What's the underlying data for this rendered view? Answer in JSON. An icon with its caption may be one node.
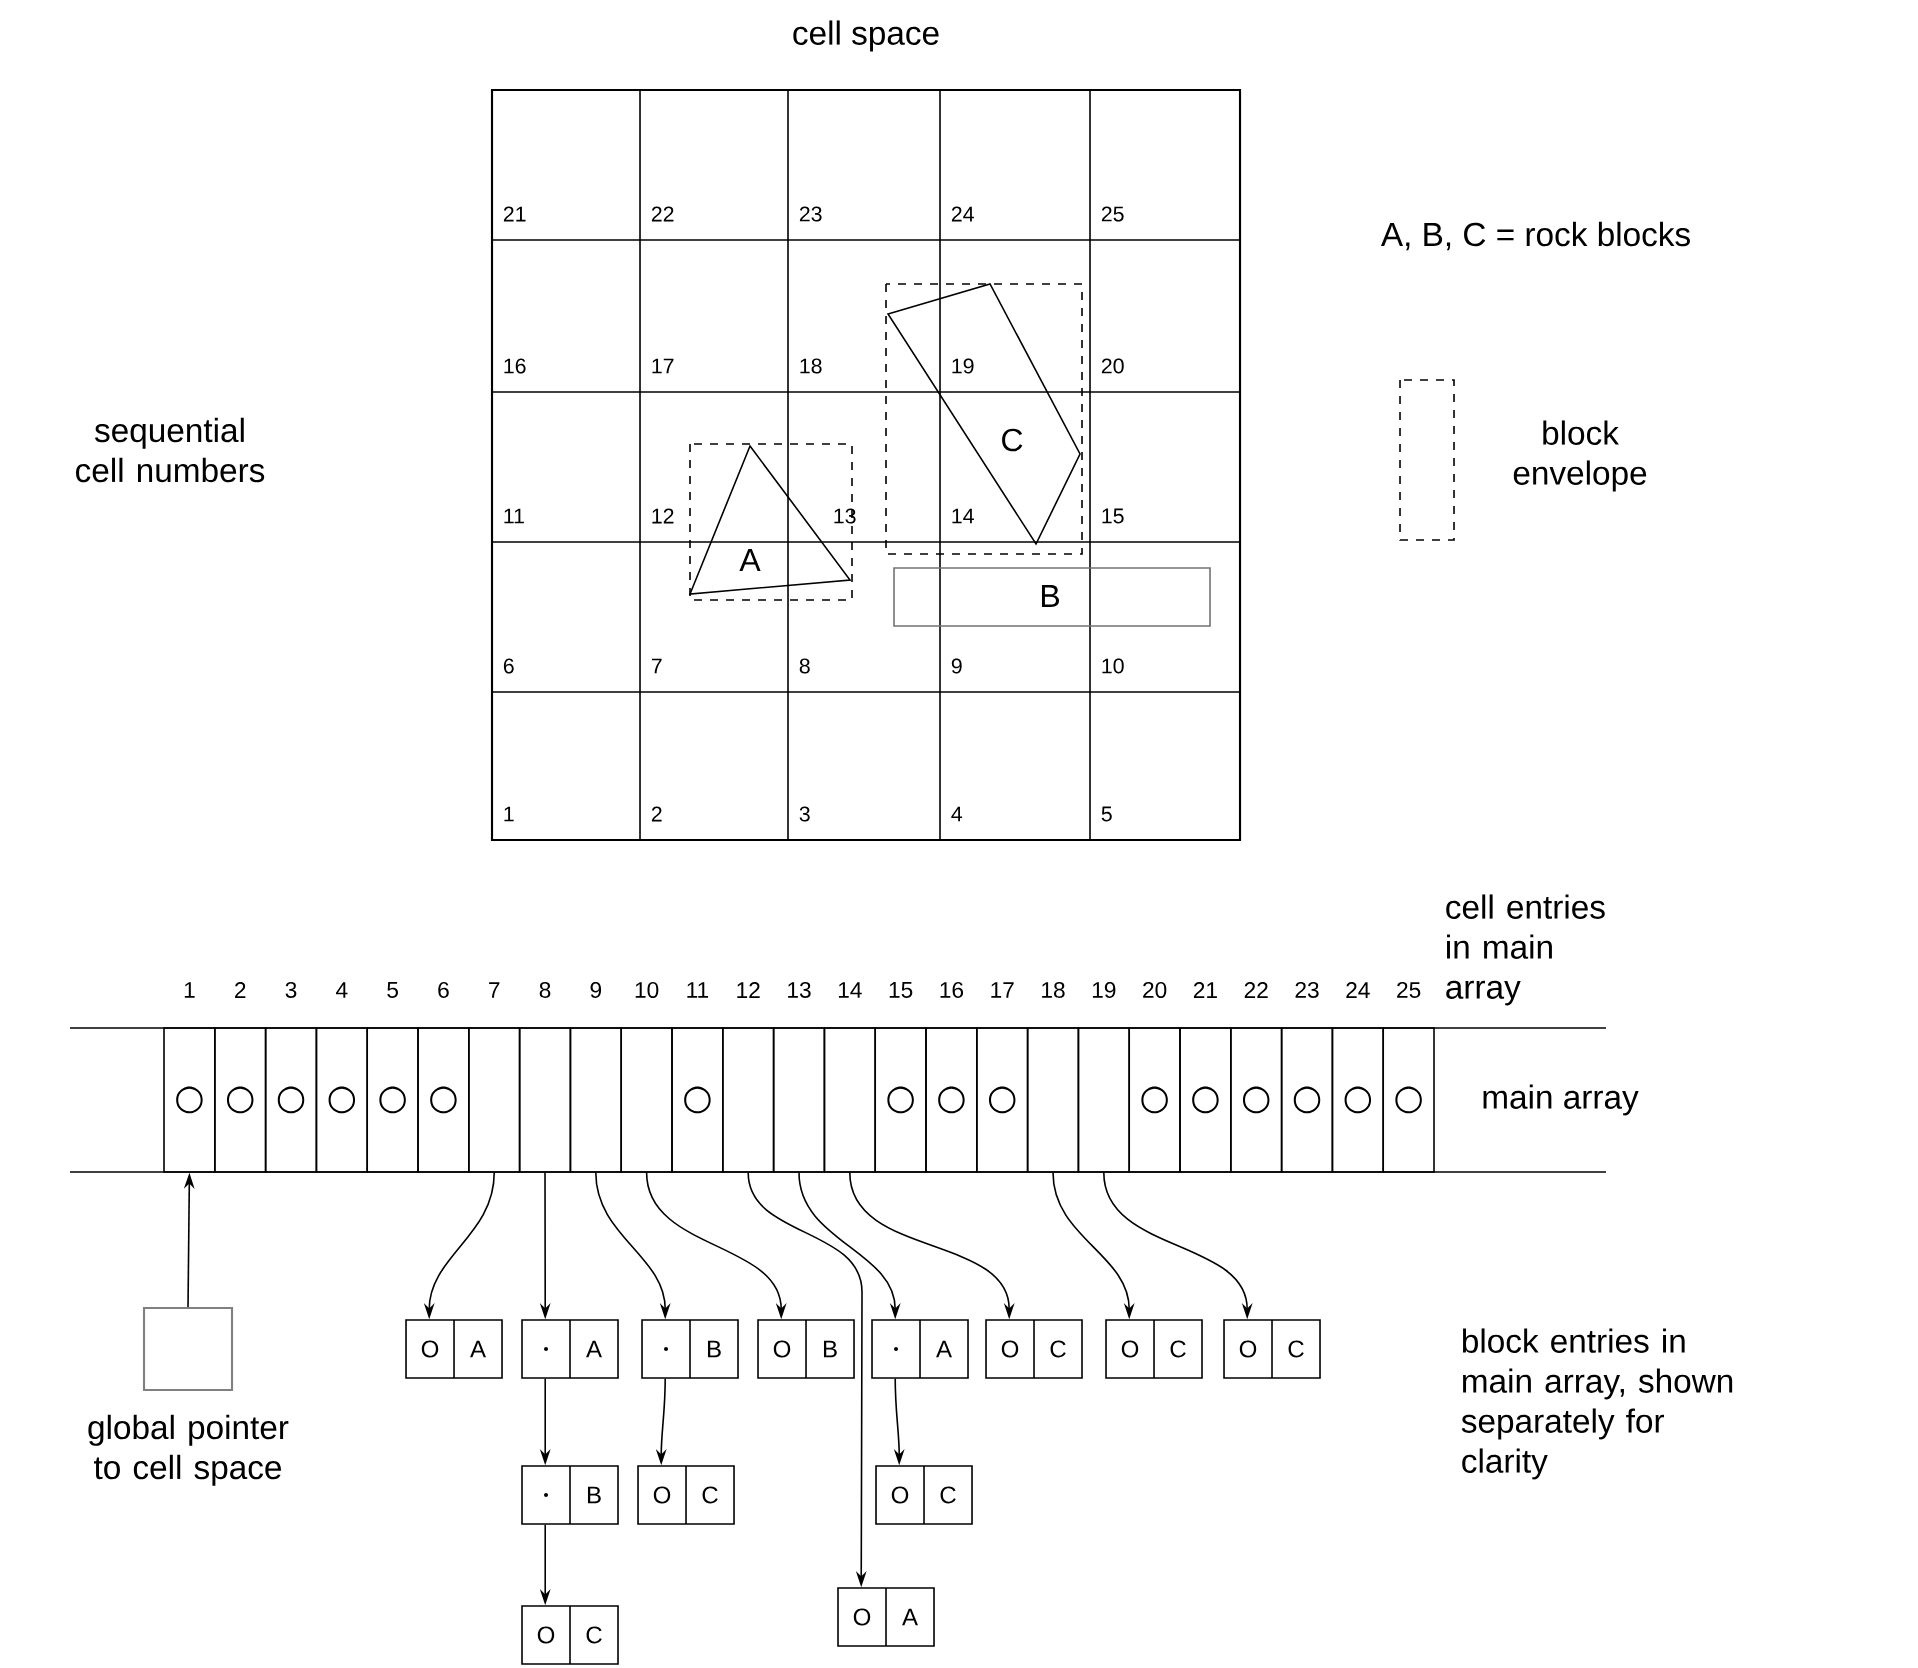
{
  "diagram": {
    "nodes": [
      {
        "text": [
          "cell space"
        ]
      },
      {
        "text": [
          "C"
        ],
        "in": 0
      },
      {
        "text": [
          "A"
        ],
        "in": 0
      },
      {
        "text": [
          "B"
        ],
        "in": 0
      },
      {
        "text": [
          "main array"
        ]
      },
      {
        "text": [
          "○"
        ],
        "in": 4,
        "beside": [
          "1"
        ]
      },
      {
        "text": [
          "○"
        ],
        "in": 4,
        "beside": [
          "2"
        ]
      },
      {
        "text": [
          "○"
        ],
        "in": 4,
        "beside": [
          "3"
        ]
      },
      {
        "text": [
          "○"
        ],
        "in": 4,
        "beside": [
          "4"
        ]
      },
      {
        "text": [
          "○"
        ],
        "in": 4,
        "beside": [
          "5"
        ]
      },
      {
        "text": [
          "○"
        ],
        "in": 4,
        "beside": [
          "6"
        ]
      },
      {
        "text": [],
        "shape": "box",
        "in": 4,
        "beside": [
          "7"
        ]
      },
      {
        "text": [],
        "shape": "box",
        "in": 4,
        "beside": [
          "8"
        ]
      },
      {
        "text": [],
        "shape": "box",
        "in": 4,
        "beside": [
          "9"
        ]
      },
      {
        "text": [],
        "shape": "box",
        "in": 4,
        "beside": [
          "10"
        ]
      },
      {
        "text": [
          "○"
        ],
        "in": 4,
        "beside": [
          "11"
        ]
      },
      {
        "text": [],
        "shape": "box",
        "in": 4,
        "beside": [
          "12"
        ]
      },
      {
        "text": [],
        "shape": "box",
        "in": 4,
        "beside": [
          "13"
        ]
      },
      {
        "text": [],
        "shape": "box",
        "in": 4,
        "beside": [
          "14"
        ]
      },
      {
        "text": [
          "○"
        ],
        "in": 4,
        "beside": [
          "15"
        ]
      },
      {
        "text": [
          "○"
        ],
        "in": 4,
        "beside": [
          "16"
        ]
      },
      {
        "text": [
          "○"
        ],
        "in": 4,
        "beside": [
          "17"
        ]
      },
      {
        "text": [],
        "shape": "box",
        "in": 4,
        "beside": [
          "18"
        ]
      },
      {
        "text": [],
        "shape": "box",
        "in": 4,
        "beside": [
          "19"
        ]
      },
      {
        "text": [
          "○"
        ],
        "in": 4,
        "beside": [
          "20"
        ]
      },
      {
        "text": [
          "○"
        ],
        "in": 4,
        "beside": [
          "21"
        ]
      },
      {
        "text": [
          "○"
        ],
        "in": 4,
        "beside": [
          "22"
        ]
      },
      {
        "text": [
          "○"
        ],
        "in": 4,
        "beside": [
          "23"
        ]
      },
      {
        "text": [
          "○"
        ],
        "in": 4,
        "beside": [
          "24"
        ]
      },
      {
        "text": [
          "○"
        ],
        "in": 4,
        "beside": [
          "25"
        ]
      },
      {
        "text": [],
        "shape": "box",
        "beside": [
          "global pointer to cell space"
        ]
      },
      {
        "text": [
          "O",
          "A"
        ]
      },
      {
        "text": [
          "A"
        ]
      },
      {
        "text": [
          "B"
        ]
      },
      {
        "text": [
          "O",
          "B"
        ]
      },
      {
        "text": [
          "A"
        ]
      },
      {
        "text": [
          "O",
          "C"
        ]
      },
      {
        "text": [
          "O",
          "C"
        ]
      },
      {
        "text": [
          "O",
          "C"
        ]
      },
      {
        "text": [
          "B"
        ]
      },
      {
        "text": [
          "O",
          "C"
        ]
      },
      {
        "text": [
          "O",
          "C"
        ]
      },
      {
        "text": [
          "O",
          "A"
        ]
      },
      {
        "text": [
          "O",
          "C"
        ]
      }
    ],
    "edges": [
      {
        "from": 30,
        "to": 5,
        "arrow": "to"
      },
      {
        "from": 11,
        "to": 31,
        "arrow": "to"
      },
      {
        "from": 12,
        "to": 32,
        "arrow": "to"
      },
      {
        "from": 32,
        "to": 39,
        "arrow": "to"
      },
      {
        "from": 39,
        "to": 43,
        "arrow": "to"
      },
      {
        "from": 13,
        "to": 33,
        "arrow": "to"
      },
      {
        "from": 33,
        "to": 40,
        "arrow": "to"
      },
      {
        "from": 14,
        "to": 34,
        "arrow": "to"
      },
      {
        "from": 16,
        "to": 42,
        "arrow": "to"
      },
      {
        "from": 17,
        "to": 35,
        "arrow": "to"
      },
      {
        "from": 35,
        "to": 41,
        "arrow": "to"
      },
      {
        "from": 18,
        "to": 36,
        "arrow": "to"
      },
      {
        "from": 22,
        "to": 37,
        "arrow": "to"
      },
      {
        "from": 23,
        "to": 38,
        "arrow": "to"
      }
    ],
    "labels": [
      "21",
      "22",
      "23",
      "24",
      "25",
      "A, B, C = rock blocks",
      "16",
      "17",
      "18",
      "19",
      "20",
      "sequential cell numbers",
      "11",
      "12",
      "13",
      "14",
      "15",
      "6",
      "7",
      "8",
      "9",
      "10",
      "1",
      "2",
      "3",
      "4",
      "5",
      "cell entries in main array",
      "block entries in main array, shown separately for clarity"
    ],
    "legend": [
      {
        "text": "block envelope"
      }
    ]
  }
}
